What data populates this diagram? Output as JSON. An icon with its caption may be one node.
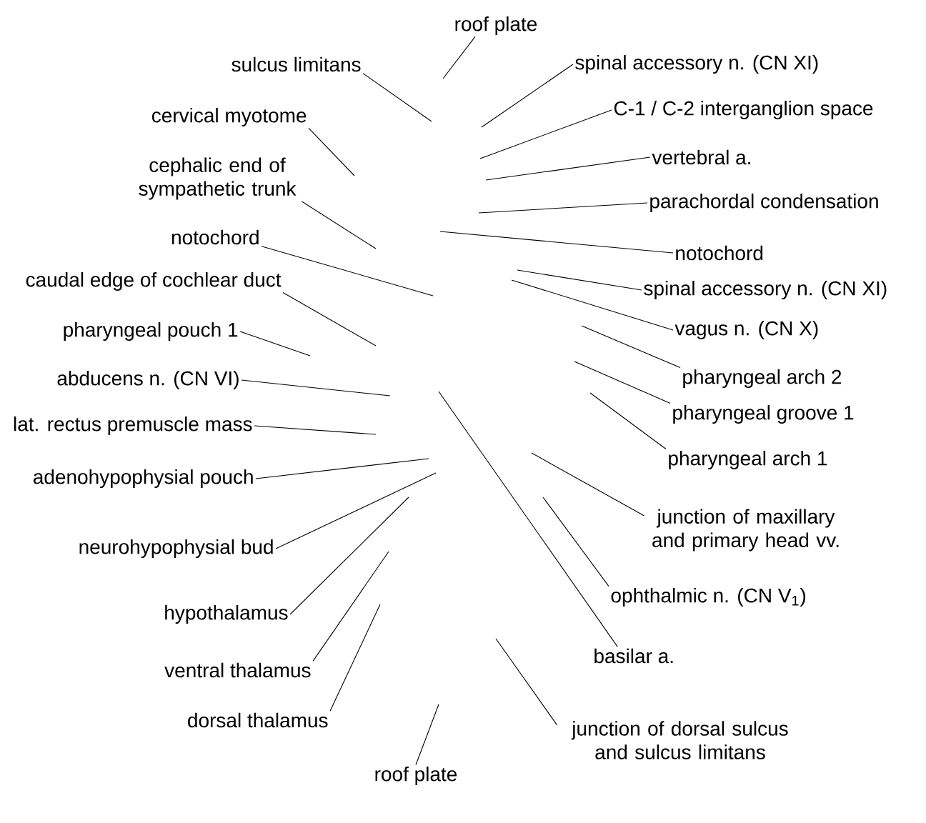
{
  "diagram": {
    "nodes": [
      {
        "text": [
          "roof plate"
        ]
      },
      {
        "text": [
          "sulcus limitans"
        ]
      },
      {
        "text": [
          "spinal accessory n. (CN XI)"
        ]
      },
      {
        "text": [
          "C-1 / C-2 interganglion space"
        ]
      },
      {
        "text": [
          "cervical myotome"
        ]
      },
      {
        "text": [
          "vertebral a."
        ]
      },
      {
        "text": [
          "cephalic end of sympathetic trunk"
        ]
      },
      {
        "text": [
          "parachordal condensation"
        ]
      },
      {
        "text": [
          "notochord"
        ]
      },
      {
        "text": [
          "notochord"
        ]
      },
      {
        "text": [
          "caudal edge of cochlear duct"
        ]
      },
      {
        "text": [
          "spinal accessory n. (CN XI)"
        ]
      },
      {
        "text": [
          "vagus n. (CN X)"
        ]
      },
      {
        "text": [
          "pharyngeal pouch 1"
        ]
      },
      {
        "text": [
          "pharyngeal arch 2"
        ]
      },
      {
        "text": [
          "abducens n. (CN VI)"
        ]
      },
      {
        "text": [
          "pharyngeal groove 1"
        ]
      },
      {
        "text": [
          "lat. rectus premuscle mass"
        ]
      },
      {
        "text": [
          "pharyngeal arch 1"
        ]
      },
      {
        "text": [
          "adenohypophysial pouch"
        ]
      },
      {
        "text": [
          "junction of maxillary and primary head vv."
        ]
      },
      {
        "text": [
          "neurohypophysial bud"
        ]
      },
      {
        "text": [
          "ophthalmic n. (CN V$_{1}$)"
        ]
      },
      {
        "text": [
          "hypothalamus"
        ]
      },
      {
        "text": [
          "basilar a."
        ]
      },
      {
        "text": [
          "ventral thalamus"
        ]
      },
      {
        "text": [
          "dorsal thalamus"
        ]
      },
      {
        "text": [
          "junction of dorsal sulcus and sulcus limitans"
        ]
      },
      {
        "text": [
          "roof plate"
        ]
      }
    ],
    "edges": [
      {
        "from": 0,
        "to": null,
        "arrow": "none"
      },
      {
        "from": 1,
        "to": null,
        "arrow": "none"
      },
      {
        "from": 2,
        "to": null,
        "arrow": "none"
      },
      {
        "from": 3,
        "to": null,
        "arrow": "none"
      },
      {
        "from": 4,
        "to": null,
        "arrow": "none"
      },
      {
        "from": 5,
        "to": null,
        "arrow": "none"
      },
      {
        "from": 6,
        "to": null,
        "arrow": "none"
      },
      {
        "from": 7,
        "to": null,
        "arrow": "none"
      },
      {
        "from": 8,
        "to": null,
        "arrow": "none"
      },
      {
        "from": 9,
        "to": null,
        "arrow": "none"
      },
      {
        "from": 10,
        "to": null,
        "arrow": "none"
      },
      {
        "from": 11,
        "to": null,
        "arrow": "none"
      },
      {
        "from": 12,
        "to": null,
        "arrow": "none"
      },
      {
        "from": 13,
        "to": null,
        "arrow": "none"
      },
      {
        "from": 14,
        "to": null,
        "arrow": "none"
      },
      {
        "from": 15,
        "to": null,
        "arrow": "none"
      },
      {
        "from": 16,
        "to": null,
        "arrow": "none"
      },
      {
        "from": 17,
        "to": null,
        "arrow": "none"
      },
      {
        "from": 18,
        "to": null,
        "arrow": "none"
      },
      {
        "from": 19,
        "to": null,
        "arrow": "none"
      },
      {
        "from": 20,
        "to": null,
        "arrow": "none"
      },
      {
        "from": 21,
        "to": null,
        "arrow": "none"
      },
      {
        "from": 22,
        "to": null,
        "arrow": "none"
      },
      {
        "from": 23,
        "to": null,
        "arrow": "none"
      },
      {
        "from": 24,
        "to": null,
        "arrow": "none"
      },
      {
        "from": 25,
        "to": null,
        "arrow": "none"
      },
      {
        "from": 26,
        "to": null,
        "arrow": "none"
      },
      {
        "from": 27,
        "to": null,
        "arrow": "none"
      },
      {
        "from": 28,
        "to": null,
        "arrow": "none"
      }
    ]
  }
}
